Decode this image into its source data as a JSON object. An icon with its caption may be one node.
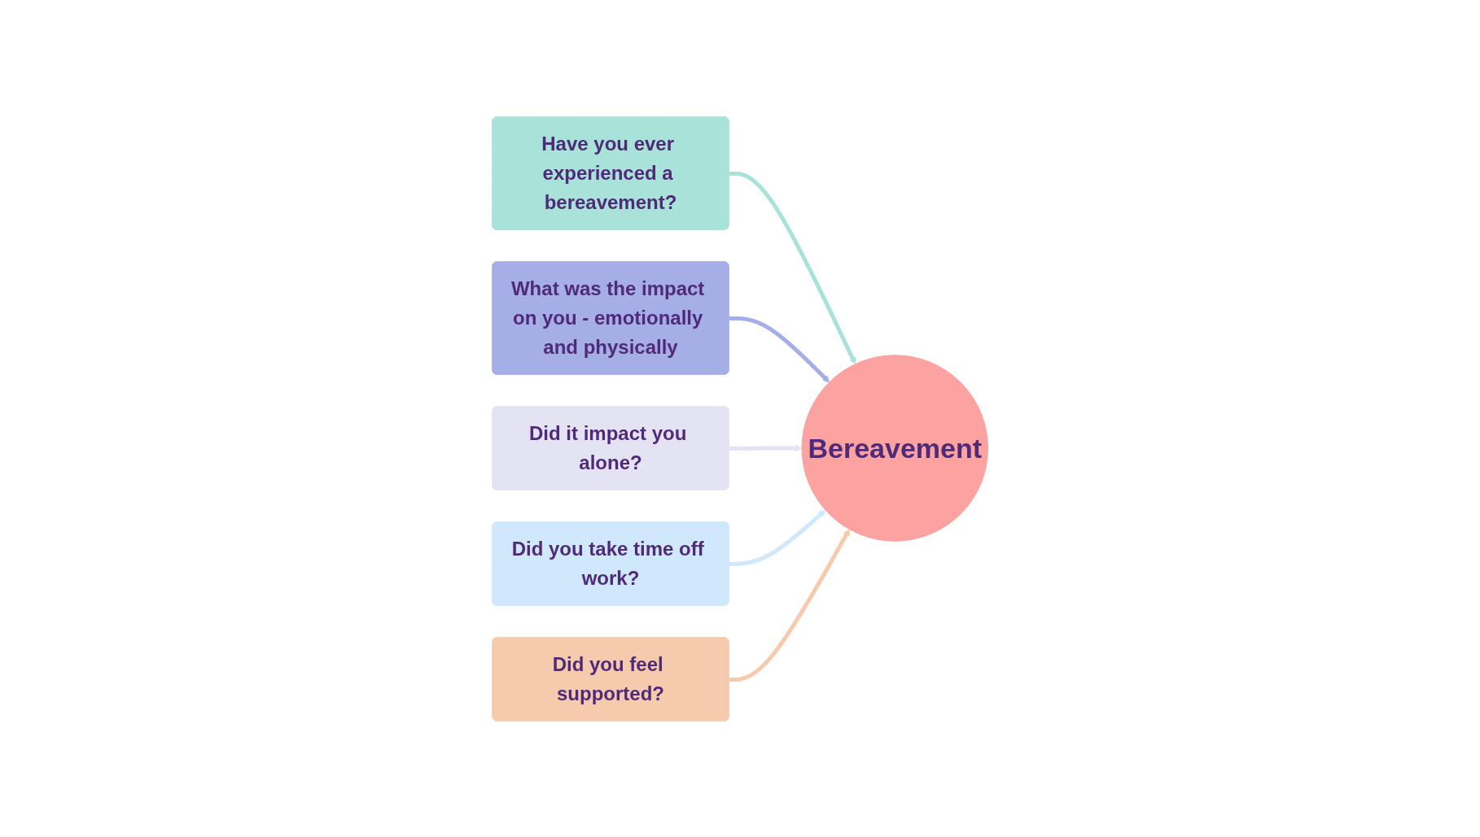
{
  "diagram": {
    "nodes": [
      {
        "text": [
          "What was the impact on you - emotionally and physically"
        ]
      },
      {
        "text": [
          "Did it impact you alone?"
        ]
      },
      {
        "text": [
          "Did you take time off work?"
        ]
      },
      {
        "text": [
          "Have you ever experienced a bereavement?"
        ]
      },
      {
        "text": [
          "Bereavement"
        ]
      },
      {
        "text": [
          "Did you feel supported?"
        ]
      }
    ],
    "edges": [
      {
        "from": 3,
        "to": 4,
        "arrow": "to",
        "color": "#a8e2d8"
      },
      {
        "from": 0,
        "to": 4,
        "arrow": "to",
        "color": "#a5aee6"
      },
      {
        "from": 1,
        "to": 4,
        "arrow": "to",
        "color": "#e4e3f3"
      },
      {
        "from": 2,
        "to": 4,
        "arrow": "to",
        "color": "#cfe8fb"
      },
      {
        "from": 5,
        "to": 4,
        "arrow": "to",
        "color": "#f6cbad"
      }
    ]
  }
}
